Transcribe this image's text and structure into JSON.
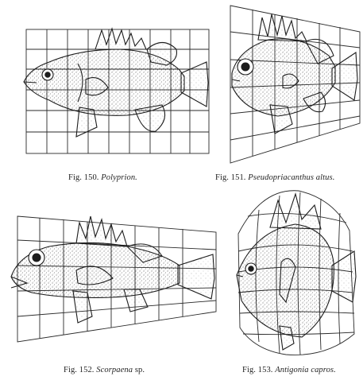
{
  "figures": [
    {
      "fig": "Fig. 150.",
      "name": "Polyprion.",
      "suffix": ""
    },
    {
      "fig": "Fig. 151.",
      "name": "Pseudopriacanthus altus.",
      "suffix": ""
    },
    {
      "fig": "Fig. 152.",
      "name": "Scorpaena",
      "suffix": " sp."
    },
    {
      "fig": "Fig. 153.",
      "name": "Antigonia capros.",
      "suffix": ""
    }
  ],
  "colors": {
    "ink": "#1c1c1c",
    "stipple": "#555555",
    "paper": "#ffffff"
  }
}
